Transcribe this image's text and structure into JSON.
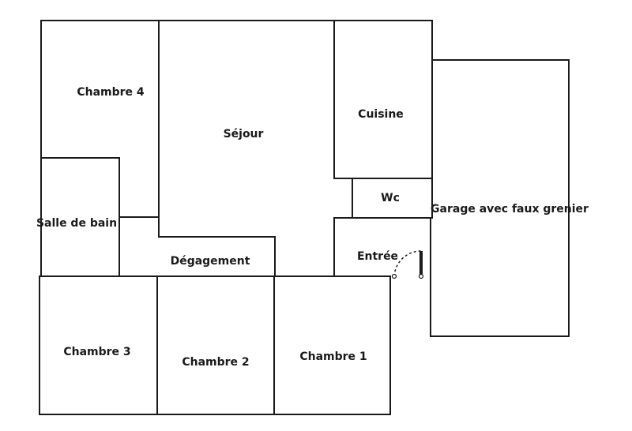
{
  "plan": {
    "rooms": {
      "chambre4": "Chambre 4",
      "sejour": "Séjour",
      "cuisine": "Cuisine",
      "wc": "Wc",
      "salle_de_bain": "Salle de bain",
      "garage": "Garage avec faux grenier",
      "degagement": "Dégagement",
      "entree": "Entrée",
      "chambre3": "Chambre 3",
      "chambre2": "Chambre 2",
      "chambre1": "Chambre 1"
    }
  }
}
